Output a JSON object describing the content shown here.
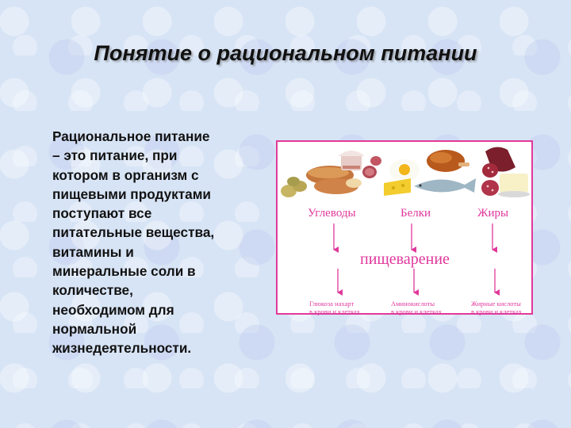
{
  "slide": {
    "title": "Понятие о рациональном питании",
    "body_lines": [
      "Рациональное питание",
      "– это питание, при",
      "котором в организм с",
      "пищевыми продуктами",
      "поступают все",
      "питательные вещества,",
      "витамины и",
      "минеральные соли в",
      "количестве,",
      "необходимом для",
      "нормальной",
      "жизнедеятельности."
    ]
  },
  "diagram": {
    "categories": [
      "Углеводы",
      "Белки",
      "Жиры"
    ],
    "process": "пищеварение",
    "results": [
      [
        "Глюкоза нахарт",
        "в крови и клетках"
      ],
      [
        "Аминокислоты",
        "в крови и клетках"
      ],
      [
        "Жирные кислоты",
        "в крови и клетках"
      ]
    ],
    "colors": {
      "border": "#e23a9a",
      "label": "#e0389c",
      "arrow": "#e0389c"
    },
    "food_icons": [
      "potatoes-icon",
      "bread-icon",
      "cake-icon",
      "egg-icon",
      "cheese-icon",
      "fish-icon",
      "chicken-icon",
      "sausage-icon",
      "butter-icon"
    ]
  }
}
